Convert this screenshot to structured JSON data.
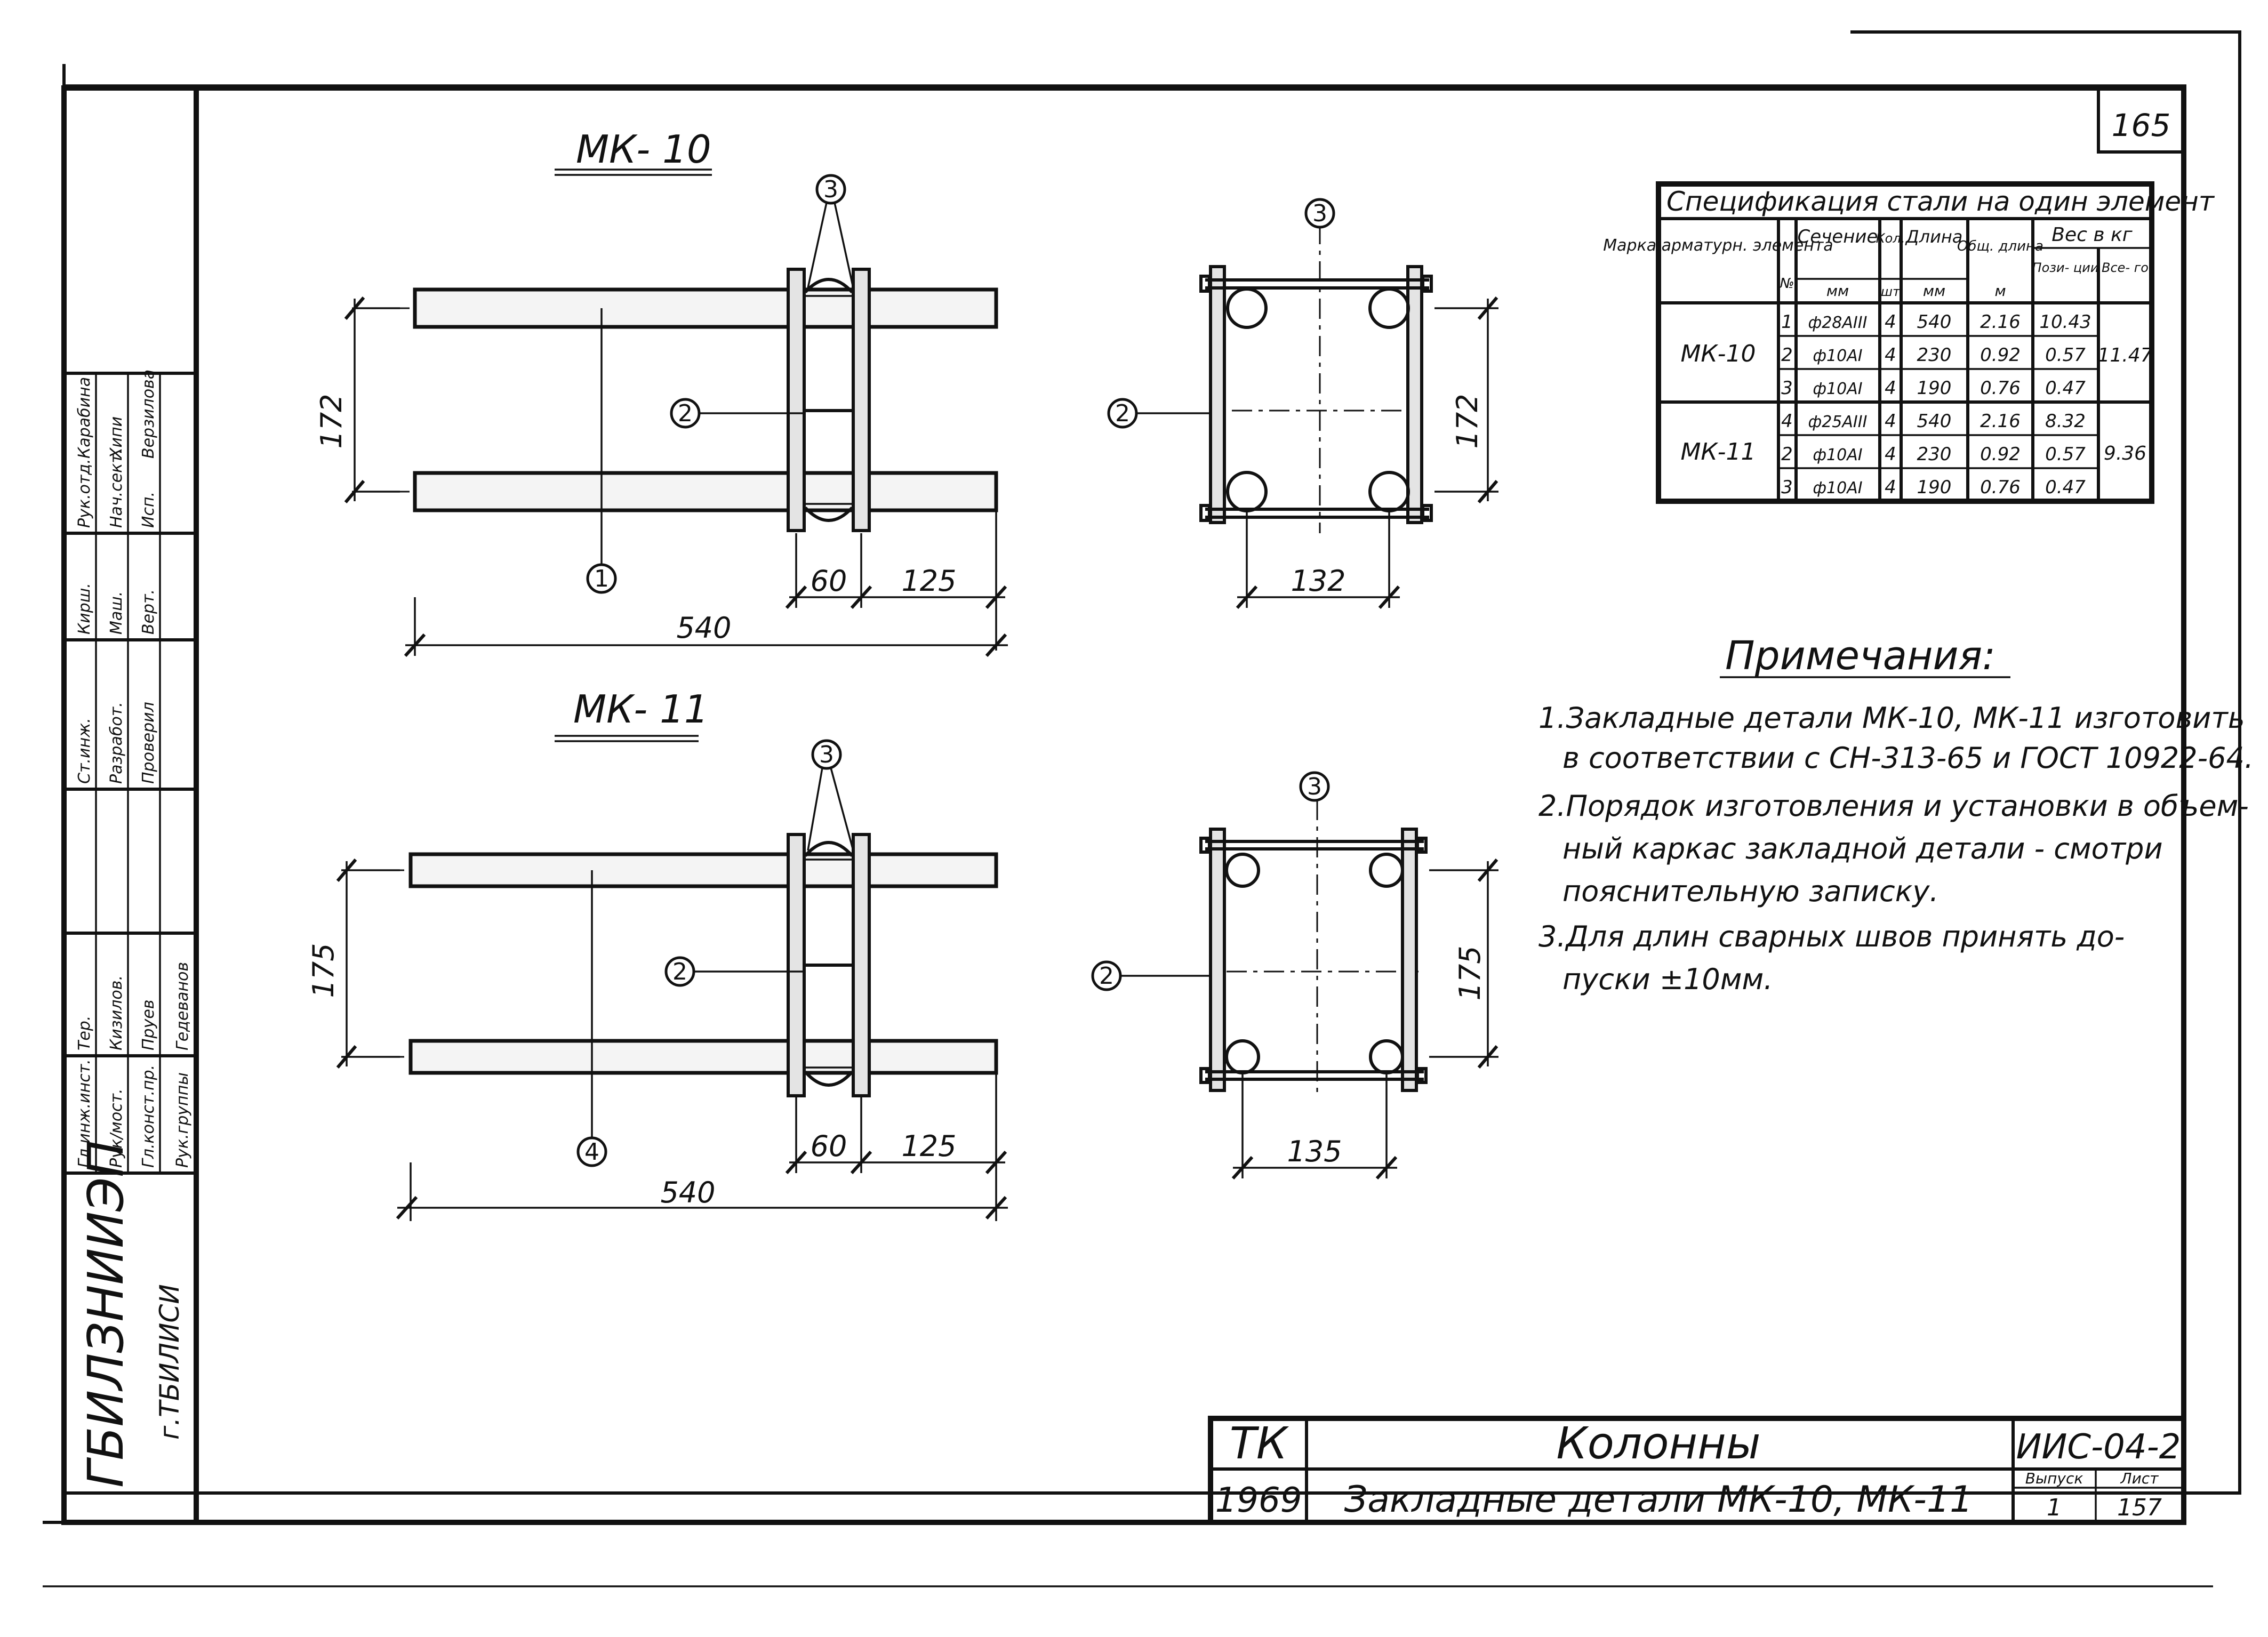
{
  "sheet": {
    "page_number": "165",
    "stamp_left_text": "ГБИЛЗНИИЭП",
    "stamp_left_city": "г.ТБИЛИСИ",
    "signatures_col1": [
      "Гл.инж.инст.",
      "Рук/мост.",
      "Гл.конст.пр.",
      "Рук.группы"
    ],
    "signatures_col2": [
      "Ст.инж.",
      "Разработ.",
      "Проверил"
    ],
    "signatures_col3": [
      "Рук.отд.",
      "Нач.сект.",
      "Исп."
    ],
    "names_col1": [
      "Тер.",
      "Кизилов.",
      "Пруев",
      "Гедеванов"
    ],
    "names_col2": [
      "Кирш.",
      "Маш.",
      "Верт."
    ],
    "names_col3": [
      "Карабина",
      "Хипи",
      "Верзилова"
    ]
  },
  "drawings": {
    "mk10": {
      "title": "МК- 10",
      "dims": {
        "height": "172",
        "width": "540",
        "gap": "60",
        "overhang": "125",
        "side_width": "132",
        "side_height": "172"
      },
      "bubbles": {
        "rods": "1",
        "bars": "2",
        "plates": "3",
        "side_bars": "2",
        "side_plates": "3"
      }
    },
    "mk11": {
      "title": "МК- 11",
      "dims": {
        "height": "175",
        "width": "540",
        "gap": "60",
        "overhang": "125",
        "side_width": "135",
        "side_height": "175"
      },
      "bubbles": {
        "rods": "4",
        "bars": "2",
        "plates": "3",
        "side_bars": "2",
        "side_plates": "3"
      }
    }
  },
  "spec_table": {
    "title": "Спецификация стали на один элемент",
    "headers": {
      "mark": "Марка арматурн. элемента",
      "pos": "№",
      "section": "Сечение",
      "section_unit": "мм",
      "qty": "Кол.",
      "qty_unit": "шт",
      "length": "Длина",
      "length_unit": "мм",
      "total_length": "Общ. длина",
      "total_length_unit": "м",
      "weight": "Вес в кг",
      "weight_pos": "Пози- ции",
      "weight_total": "Все- го"
    },
    "groups": [
      {
        "mark": "МК-10",
        "total": "11.47",
        "rows": [
          {
            "pos": "1",
            "section": "ф28АIII",
            "qty": "4",
            "length": "540",
            "total_length": "2.16",
            "weight": "10.43"
          },
          {
            "pos": "2",
            "section": "ф10АI",
            "qty": "4",
            "length": "230",
            "total_length": "0.92",
            "weight": "0.57"
          },
          {
            "pos": "3",
            "section": "ф10АI",
            "qty": "4",
            "length": "190",
            "total_length": "0.76",
            "weight": "0.47"
          }
        ]
      },
      {
        "mark": "МК-11",
        "total": "9.36",
        "rows": [
          {
            "pos": "4",
            "section": "ф25АIII",
            "qty": "4",
            "length": "540",
            "total_length": "2.16",
            "weight": "8.32"
          },
          {
            "pos": "2",
            "section": "ф10АI",
            "qty": "4",
            "length": "230",
            "total_length": "0.92",
            "weight": "0.57"
          },
          {
            "pos": "3",
            "section": "ф10АI",
            "qty": "4",
            "length": "190",
            "total_length": "0.76",
            "weight": "0.47"
          }
        ]
      }
    ]
  },
  "notes": {
    "title": "Примечания:",
    "lines": [
      "1.Закладные детали МК-10, МК-11 изготовить",
      "в соответствии с СН-313-65 и ГОСТ 10922-64.",
      "2.Порядок изготовления и установки в объем-",
      "ный каркас закладной детали - смотри",
      "пояснительную записку.",
      "3.Для длин сварных швов принять до-",
      "пуски ±10мм."
    ]
  },
  "title_block": {
    "code": "ТК",
    "year": "1969",
    "name": "Колонны",
    "subtitle": "Закладные детали МК-10, МК-11",
    "doc_code": "ИИС-04-2",
    "issue_label": "Выпуск",
    "sheet_label": "Лист",
    "issue": "1",
    "sheet": "157"
  }
}
